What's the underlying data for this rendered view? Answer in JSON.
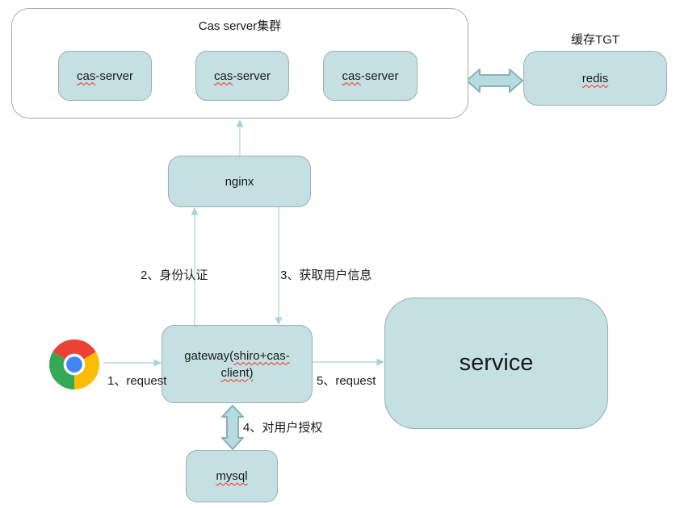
{
  "diagram": {
    "cluster": {
      "title": "Cas server集群",
      "nodes": [
        {
          "prefix": "cas",
          "suffix": "-server"
        },
        {
          "prefix": "cas",
          "suffix": "-server"
        },
        {
          "prefix": "cas",
          "suffix": "-server"
        }
      ]
    },
    "redis": {
      "caption": "缓存TGT",
      "label": "redis"
    },
    "nginx": {
      "label": "nginx"
    },
    "gateway": {
      "text_plain": "gateway(",
      "text_misspelled_1": "shiro+cas-",
      "text_misspelled_2": "client)"
    },
    "service": {
      "label": "service"
    },
    "mysql": {
      "label": "mysql"
    },
    "edges": {
      "request1": "1、request",
      "auth2": "2、身份认证",
      "userinfo3": "3、获取用户信息",
      "authorize4": "4、对用户授权",
      "request5": "5、request"
    },
    "icons": {
      "browser": "chrome-icon"
    },
    "colors": {
      "node_fill": "#c5e0e3",
      "node_border": "#9caeb0",
      "block_arrow_fill": "#b7dce0",
      "block_arrow_border": "#88b1b7",
      "connector_line": "#b3d8dd",
      "connector_head": "#a9d3d9",
      "container_border": "#a9a9a9",
      "spellcheck_underline": "#ff2a1a",
      "chrome_red": "#ea4335",
      "chrome_green": "#34a853",
      "chrome_yellow": "#fbbc05",
      "chrome_blue": "#4285f4"
    }
  }
}
